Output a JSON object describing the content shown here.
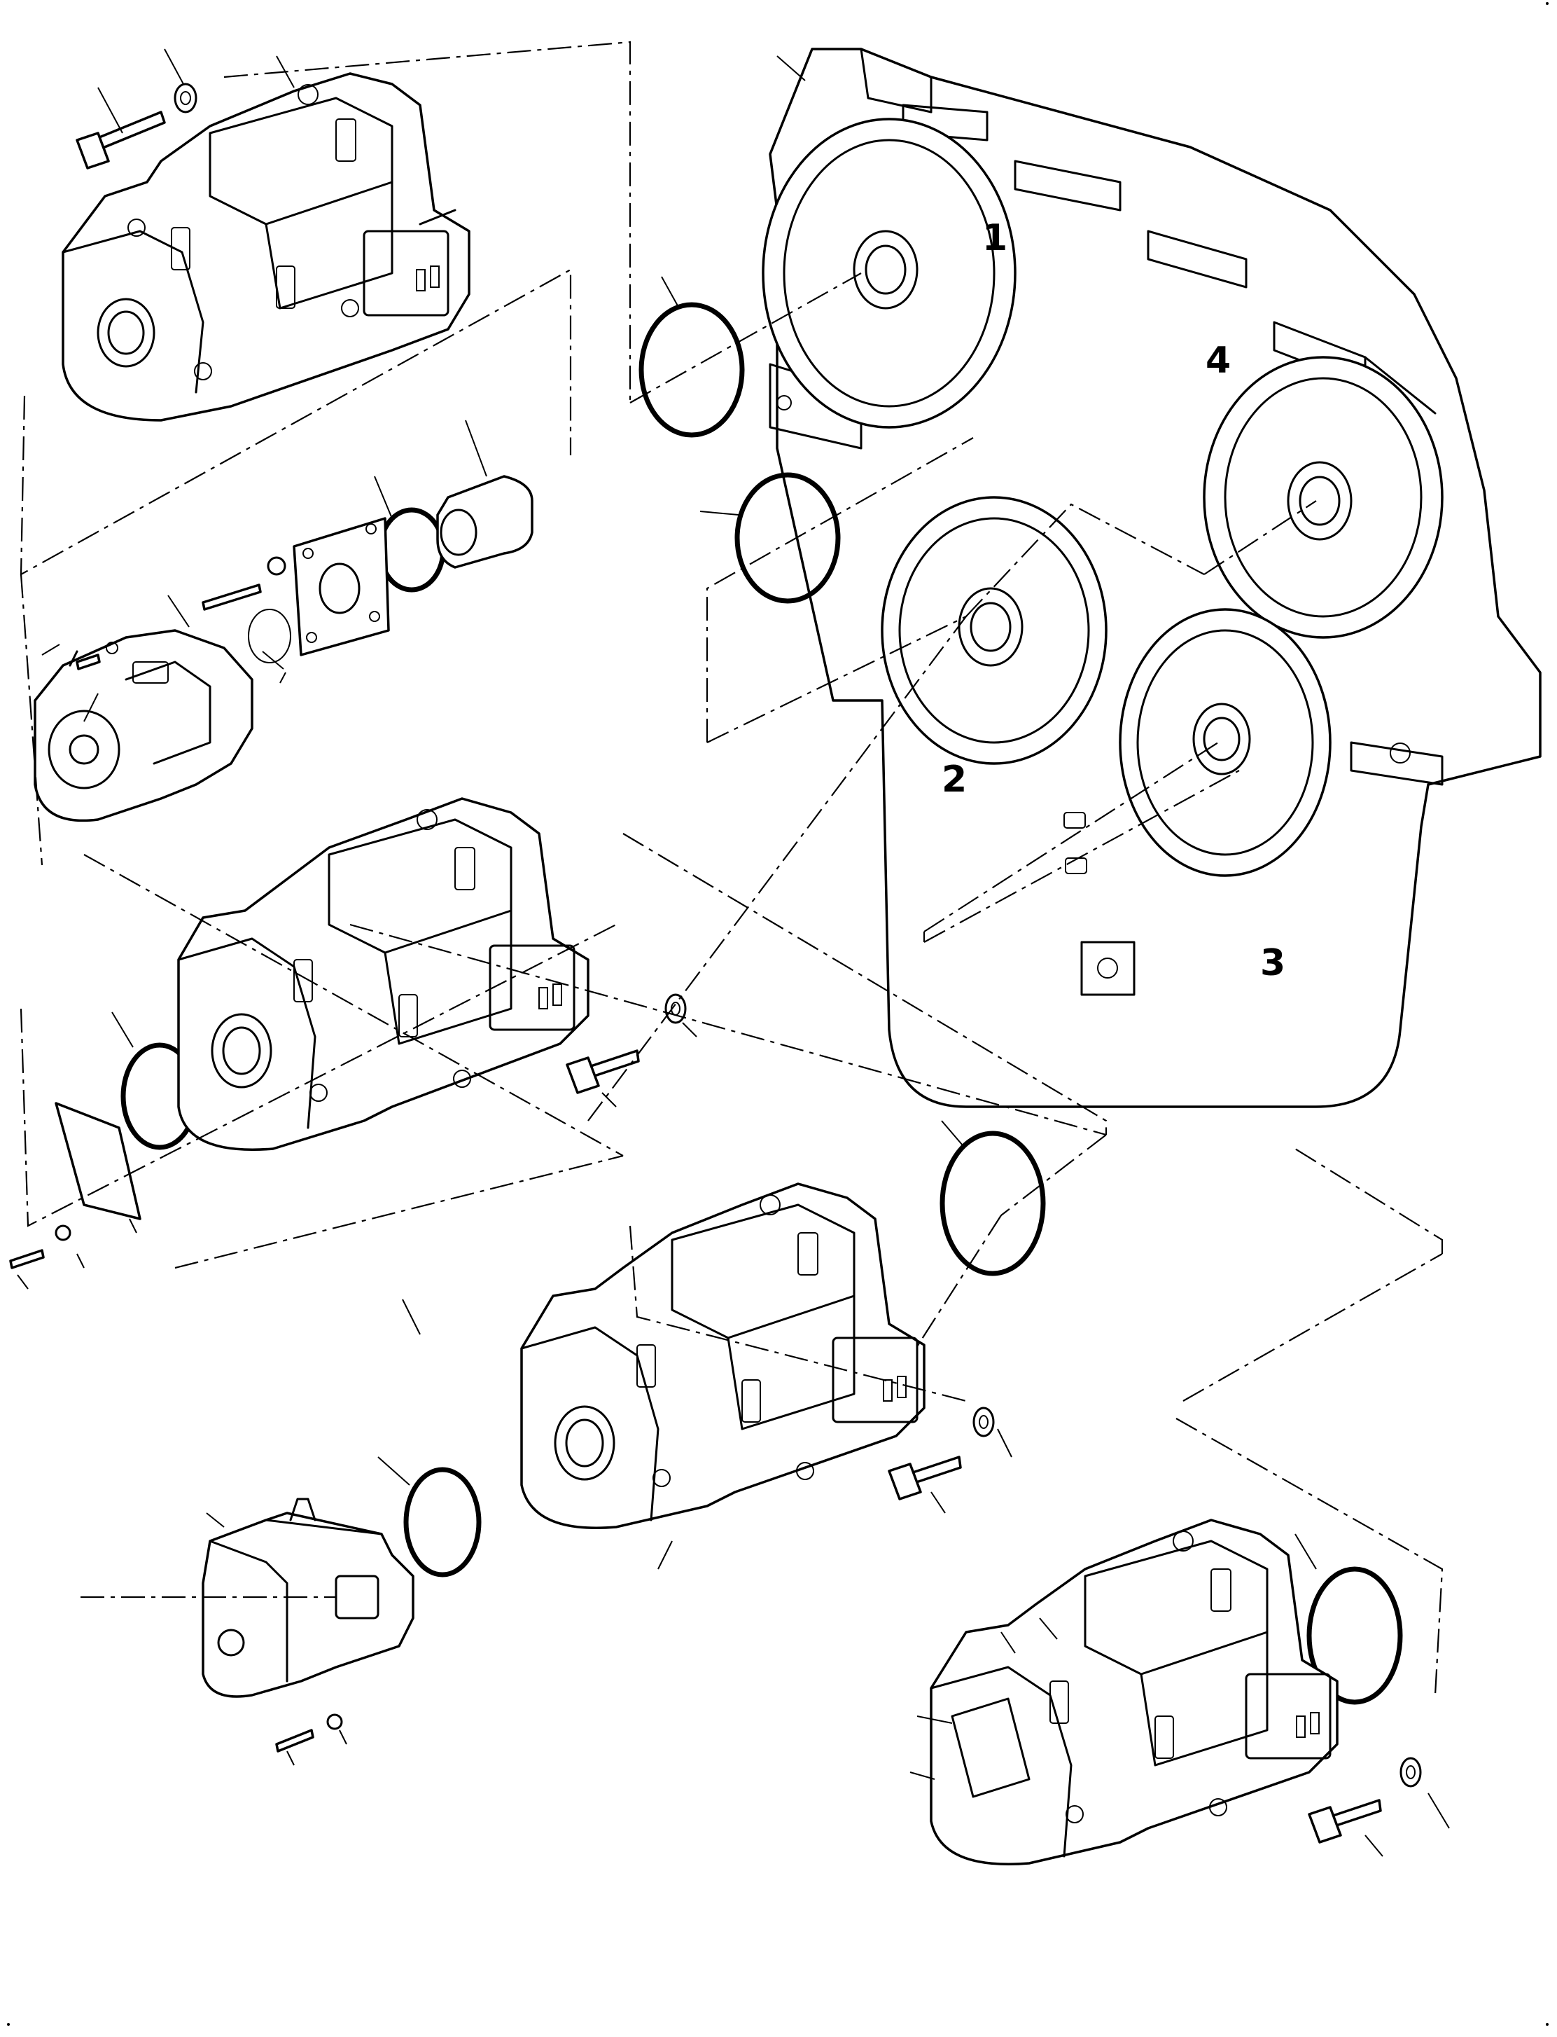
{
  "diagram": {
    "type": "exploded parts diagram",
    "port_labels": [
      {
        "id": "port-1",
        "text": "1"
      },
      {
        "id": "port-2",
        "text": "2"
      },
      {
        "id": "port-3",
        "text": "3"
      },
      {
        "id": "port-4",
        "text": "4"
      }
    ]
  }
}
